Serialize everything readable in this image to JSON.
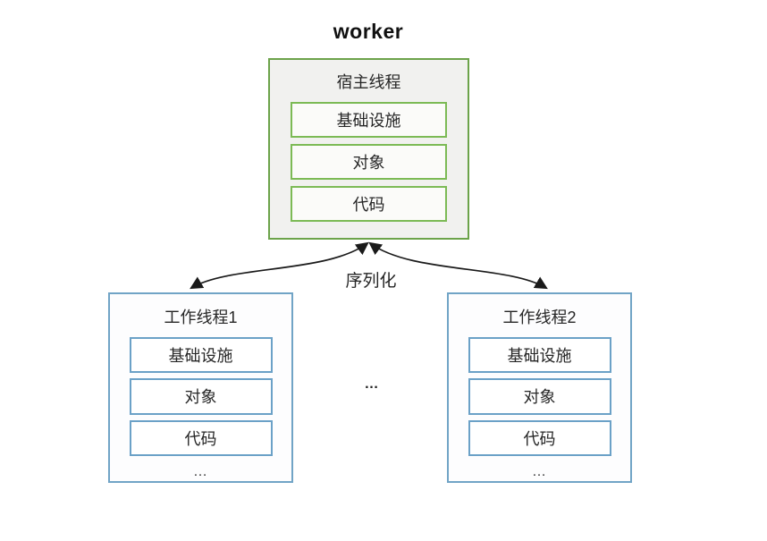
{
  "title": "worker",
  "host_box": {
    "label": "宿主线程",
    "items": [
      "基础设施",
      "对象",
      "代码"
    ]
  },
  "serialization_label": "序列化",
  "worker_boxes": [
    {
      "label": "工作线程1",
      "items": [
        "基础设施",
        "对象",
        "代码"
      ],
      "ellipsis": "…"
    },
    {
      "label": "工作线程2",
      "items": [
        "基础设施",
        "对象",
        "代码"
      ],
      "ellipsis": "…"
    }
  ],
  "between_ellipsis": "…",
  "colors": {
    "host_border": "#70ad47",
    "host_fill": "#f1f1ef",
    "worker_border": "#71a4c6",
    "text": "#262626",
    "arrow": "#1a1a1a"
  }
}
